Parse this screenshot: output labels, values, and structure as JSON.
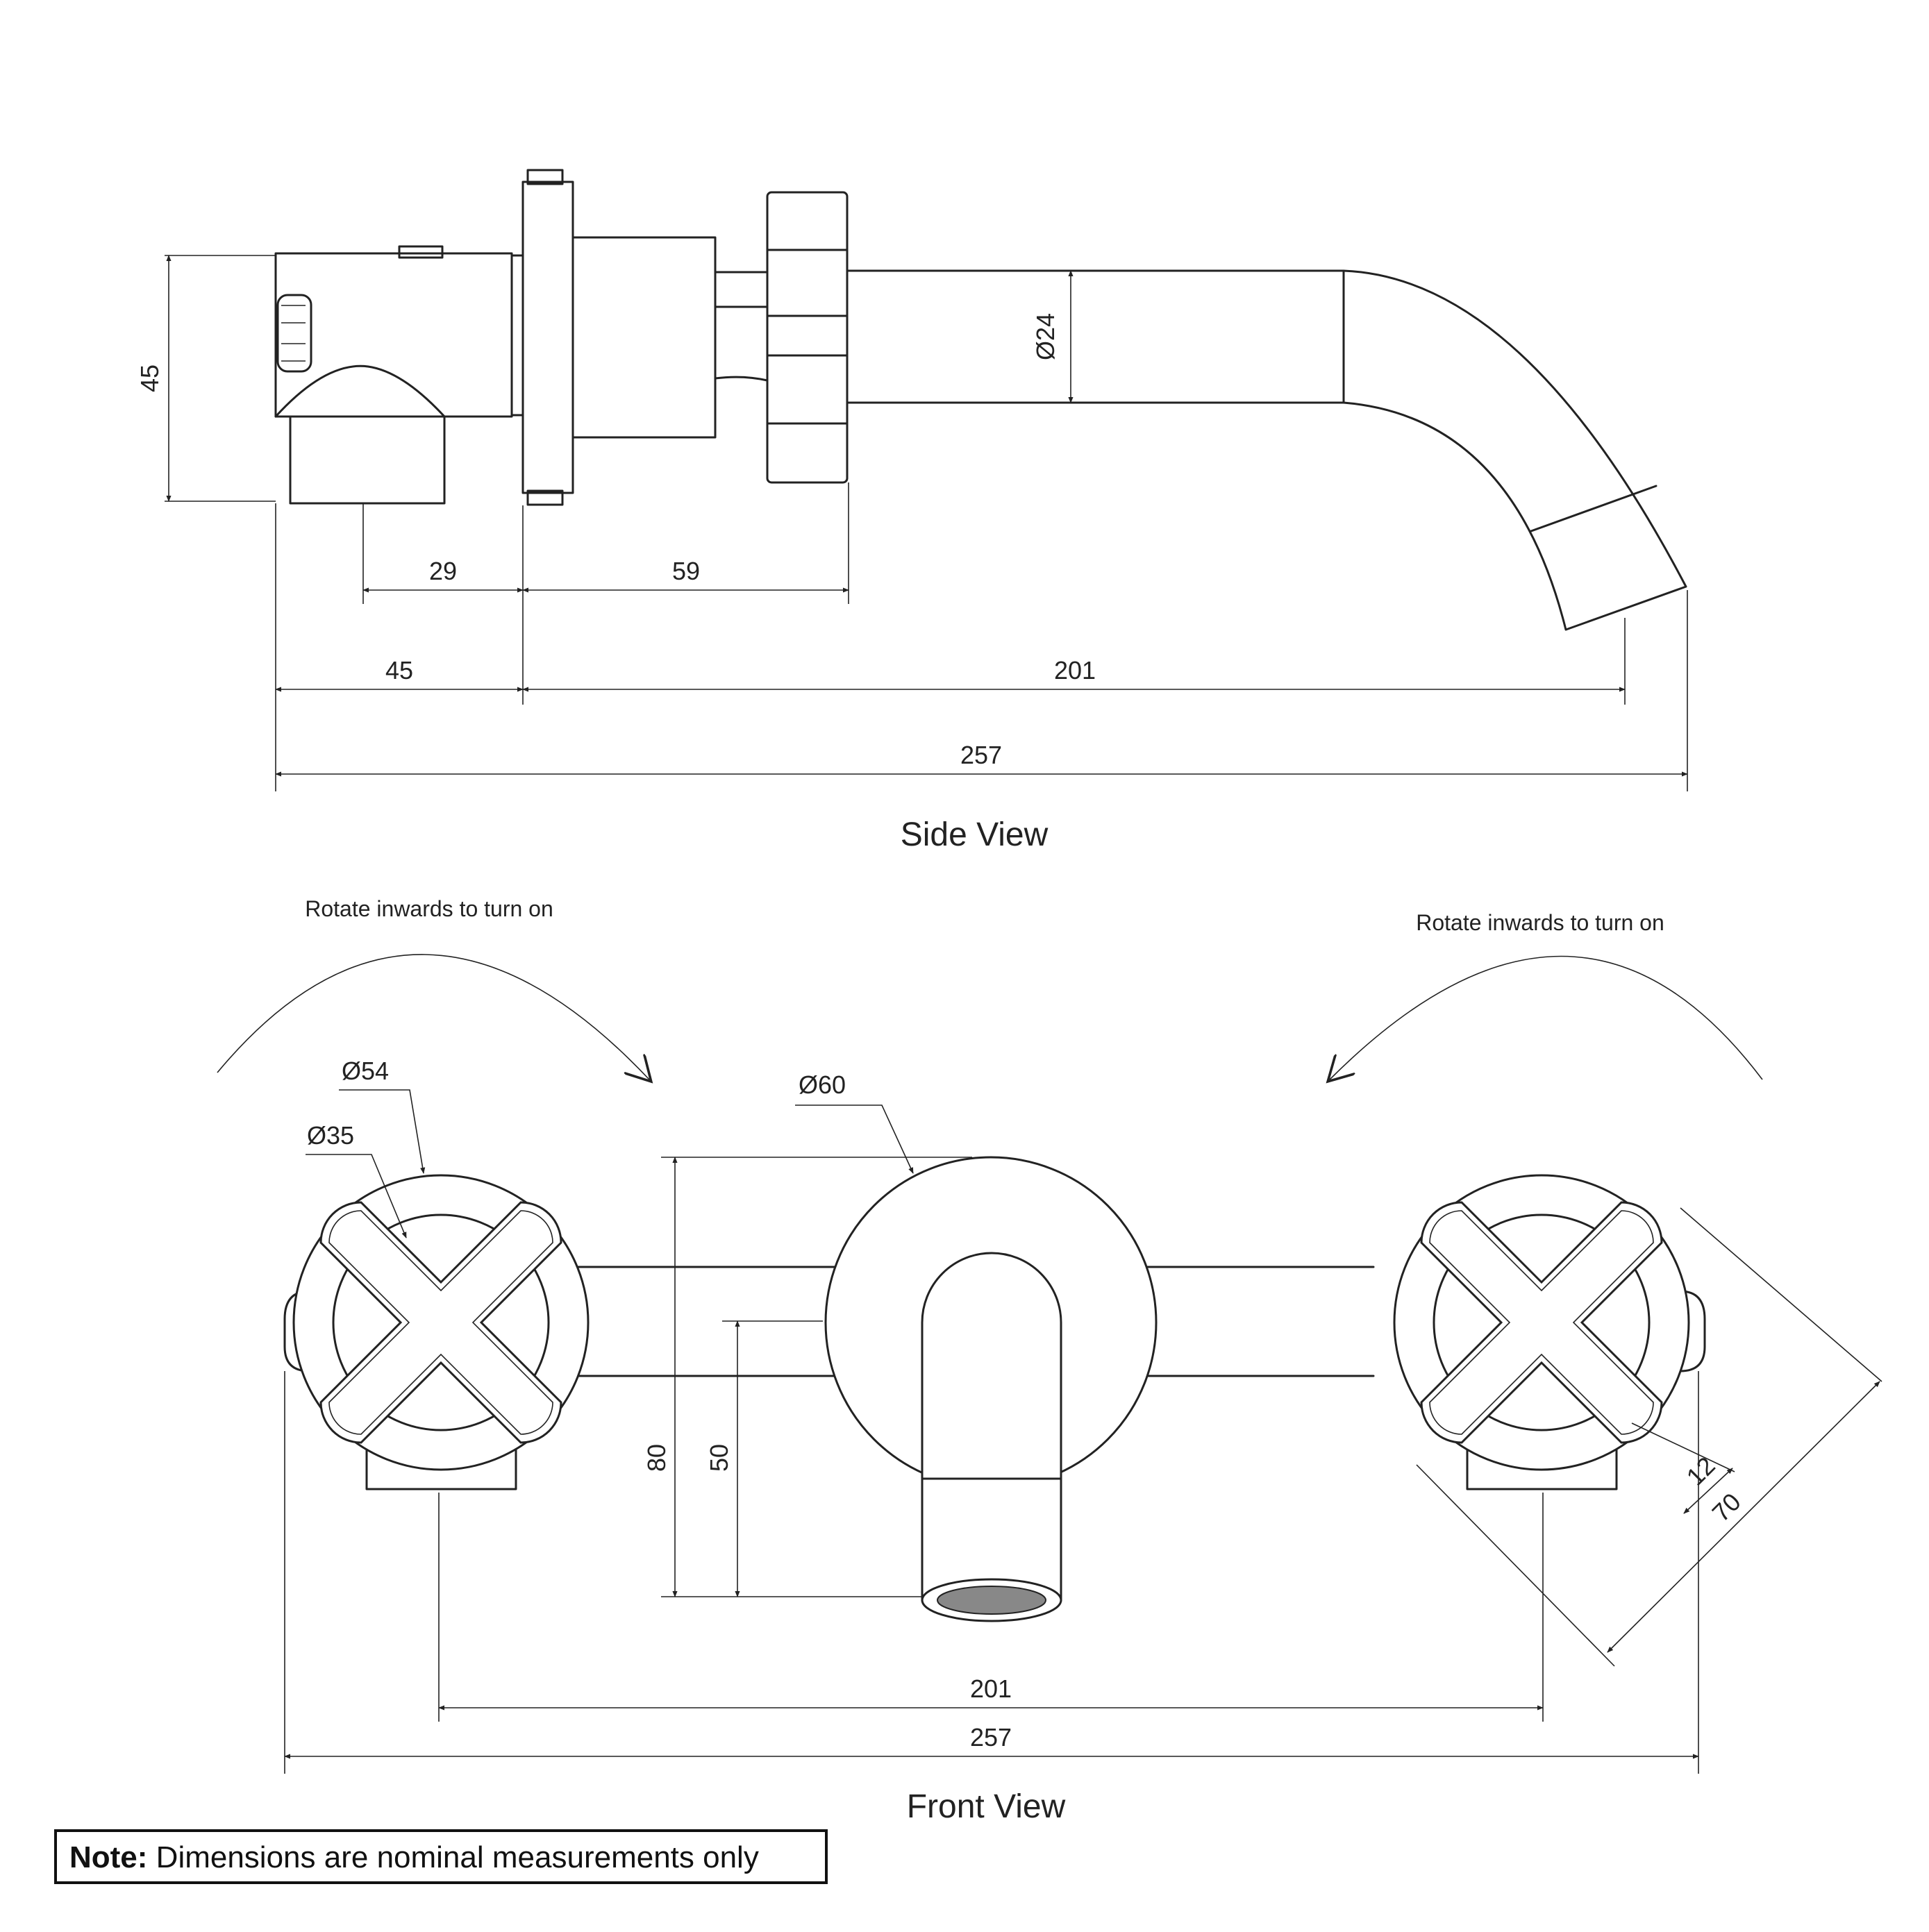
{
  "colors": {
    "line": "#222222",
    "background": "#ffffff"
  },
  "side_view": {
    "title": "Side View",
    "dims": {
      "height": "45",
      "body": "29",
      "spacing": "59",
      "wall": "45",
      "spout_reach": "201",
      "total": "257",
      "spout_dia": "Ø24"
    }
  },
  "front_view": {
    "title": "Front View",
    "rotate_left": "Rotate inwards to turn on",
    "rotate_right": "Rotate inwards to turn on",
    "dims": {
      "handle_dia": "Ø54",
      "hub_dia": "Ø35",
      "plate_dia": "Ø60",
      "height_80": "80",
      "height_50": "50",
      "arm": "12",
      "arm_span": "70",
      "centers": "201",
      "total": "257"
    }
  },
  "note": {
    "label": "Note:",
    "text": " Dimensions are nominal measurements only"
  }
}
